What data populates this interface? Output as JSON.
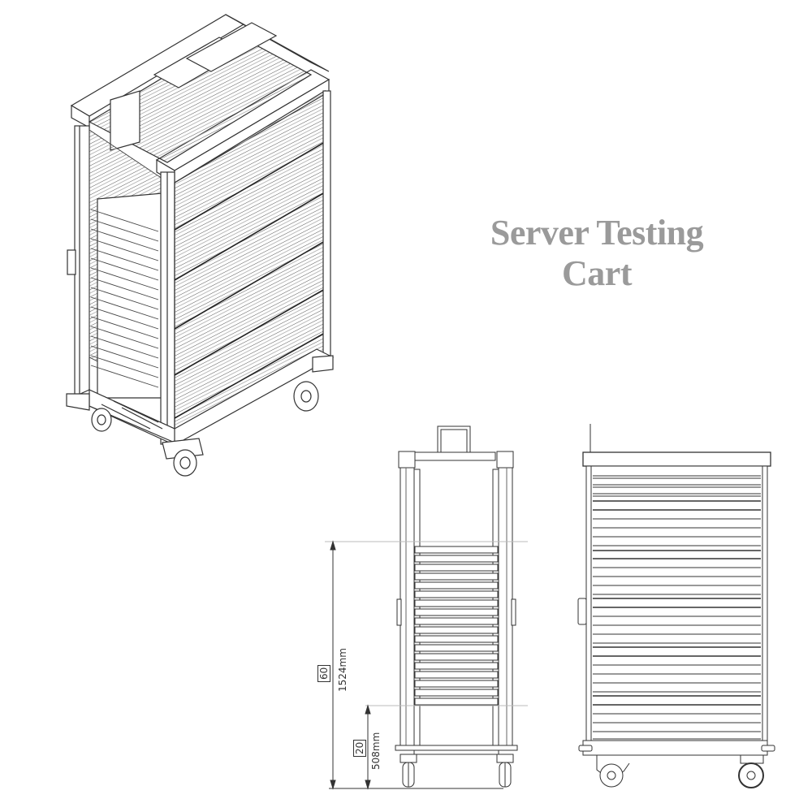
{
  "title": {
    "line1": "Server Testing",
    "line2": "Cart",
    "color": "#9a9a9a"
  },
  "views": [
    {
      "name": "isometric-view",
      "description": "3D isometric view of cart with open front, rack rails, side panels and 4 casters"
    },
    {
      "name": "front-view",
      "description": "Front elevation with 18 server rails, top tablet mount and 2 casters"
    },
    {
      "name": "side-view",
      "description": "Side elevation showing paneled side with handle and locking caster"
    }
  ],
  "dimensions": {
    "overall_height": {
      "inches": "60",
      "mm": "1524mm"
    },
    "base_height": {
      "inches": "20",
      "mm": "508mm"
    }
  },
  "drawing": {
    "line_color": "#333333",
    "front_view_rail_count": 18,
    "side_view_panel_groups": 6
  }
}
